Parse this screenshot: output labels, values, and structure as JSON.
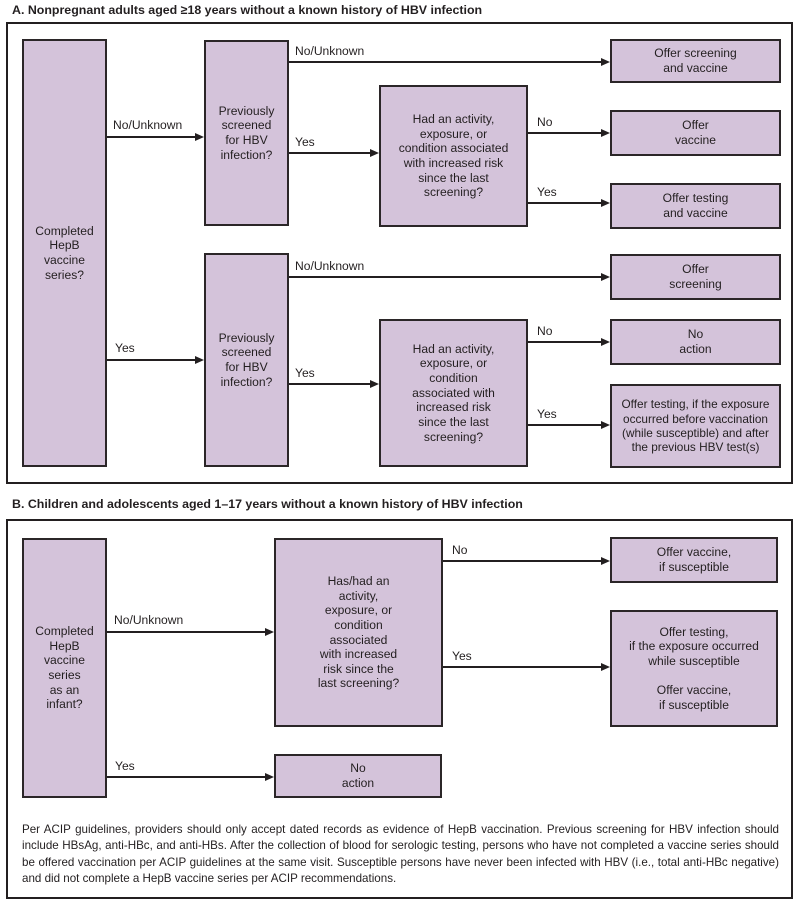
{
  "colors": {
    "box_fill": "#d4c3da",
    "box_border": "#2b2628",
    "line": "#231f20",
    "text": "#231f20",
    "background": "#ffffff"
  },
  "labels": {
    "no_unknown": "No/Unknown",
    "yes": "Yes",
    "no": "No"
  },
  "panel_a": {
    "title": "A. Nonpregnant adults aged ≥18 years without a known history of HBV infection",
    "nodes": {
      "completed_series": "Completed\nHepB\nvaccine\nseries?",
      "previously_screened_top": "Previously\nscreened\nfor HBV\ninfection?",
      "previously_screened_bottom": "Previously\nscreened\nfor HBV\ninfection?",
      "risk_since_screening_top": "Had an activity,\nexposure, or\ncondition associated\nwith increased risk\nsince the last\nscreening?",
      "risk_since_screening_bottom": "Had an activity,\nexposure, or\ncondition\nassociated with\nincreased risk\nsince the last\nscreening?",
      "offer_screening_and_vaccine": "Offer screening\nand vaccine",
      "offer_vaccine": "Offer\nvaccine",
      "offer_testing_and_vaccine": "Offer testing\nand vaccine",
      "offer_screening": "Offer\nscreening",
      "no_action": "No\naction",
      "offer_testing_if_exposure": "Offer testing, if the exposure\noccurred before vaccination\n(while susceptible) and after\nthe previous HBV test(s)"
    }
  },
  "panel_b": {
    "title": "B. Children and adolescents aged 1–17 years without a known history of HBV infection",
    "nodes": {
      "completed_series_infant": "Completed\nHepB\nvaccine\nseries\nas an\ninfant?",
      "risk_since_screening": "Has/had an\nactivity,\nexposure, or\ncondition\nassociated\nwith increased\nrisk since the\nlast screening?",
      "offer_vaccine_if_susceptible": "Offer vaccine,\nif susceptible",
      "offer_testing_and_vaccine_if_susceptible": "Offer testing,\nif the exposure occurred\nwhile susceptible\n\nOffer vaccine,\nif susceptible",
      "no_action": "No\naction"
    }
  },
  "footnote": "Per ACIP guidelines, providers should only accept dated records as evidence of HepB vaccination. Previous screening for HBV infection should include HBsAg, anti-HBc, and anti-HBs. After the collection of blood for serologic testing, persons who have not completed a vaccine series should be offered vaccination per ACIP guidelines at the same visit. Susceptible persons have never been infected with HBV (i.e., total anti-HBc negative) and did not complete a HepB vaccine series per ACIP recommendations."
}
